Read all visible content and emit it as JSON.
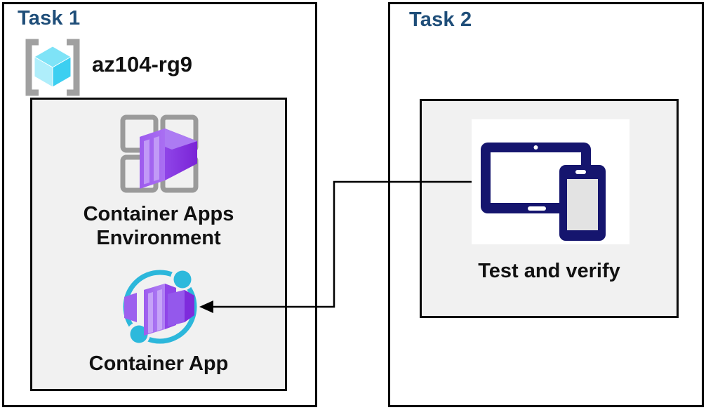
{
  "task1": {
    "title": "Task 1",
    "resource_group_name": "az104-rg9",
    "environment_label": "Container Apps Environment",
    "app_label": "Container App",
    "icons": {
      "resource_group": "resource-group-icon",
      "environment": "container-apps-environment-icon",
      "app": "container-app-icon"
    }
  },
  "task2": {
    "title": "Task 2",
    "verify_label": "Test and verify",
    "icons": {
      "devices": "tablet-and-phone-icon"
    }
  },
  "connector": {
    "type": "elbow-arrow",
    "from": "test-and-verify",
    "to": "container-app"
  },
  "colors": {
    "heading_blue": "#1f4e79",
    "panel_fill": "#f1f1f1",
    "border_black": "#000000",
    "bracket_gray": "#a0a0a0",
    "cube_cyan_top": "#7ee3f7",
    "cube_cyan_left": "#afeefb",
    "cube_cyan_right": "#3ccff1",
    "grid_gray": "#9a9a9a",
    "purple_light": "#b183f4",
    "purple_mid": "#9d5cee",
    "purple_dark": "#7a27d8",
    "ring_cyan": "#2cb7db",
    "device_navy": "#15156e",
    "device_screen_gray": "#e3e3e3"
  }
}
